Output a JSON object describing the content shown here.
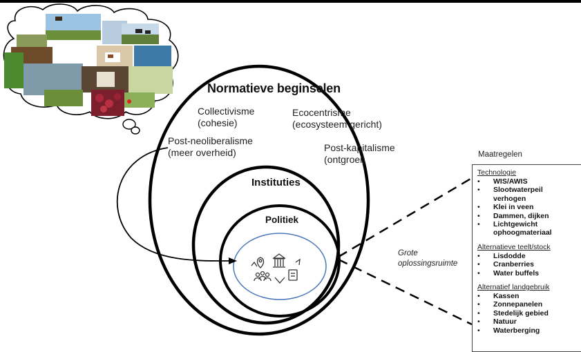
{
  "diagram": {
    "outer_circle_title": "Normatieve beginselen",
    "values": [
      {
        "line1": "Collectivisme",
        "line2": "(cohesie)"
      },
      {
        "line1": "Ecocentrisme",
        "line2": "(ecosysteem gericht)"
      },
      {
        "line1": "Post-neoliberalisme",
        "line2": "(meer overheid)"
      },
      {
        "line1": "Post-kapitalisme",
        "line2": "(ontgroei)"
      }
    ],
    "middle_circle_title": "Instituties",
    "inner_circle_title": "Politiek",
    "solution_space_label_line1": "Grote",
    "solution_space_label_line2": "oplossingsruimte",
    "icons": [
      "map-pin-icon",
      "government-building-icon",
      "people-icon",
      "clipboard-icon",
      "cycle-arrows-icon"
    ]
  },
  "measures": {
    "header": "Maatregelen",
    "categories": [
      {
        "title": "Technologie",
        "items": [
          "WIS/AWIS",
          "Slootwaterpeil verhogen",
          "Klei in veen",
          "Dammen, dijken",
          "Lichtgewicht ophoogmateriaal"
        ]
      },
      {
        "title": "Alternatieve teelt/stock",
        "items": [
          "Lisdodde",
          "Cranberries",
          "Water buffels"
        ]
      },
      {
        "title": "Alternatief landgebruik",
        "items": [
          "Kassen",
          "Zonnepanelen",
          "Stedelijk gebied",
          "Natuur",
          "Waterberging"
        ]
      }
    ]
  },
  "colors": {
    "ring": "#000000",
    "solution_ellipse": "#4a78b8",
    "photo_palette": [
      "#6b8e3a",
      "#9cc3e4",
      "#a05a2c",
      "#c9d6a2",
      "#7a1f2b",
      "#4d6b2f",
      "#d9c7a8",
      "#3e6e9e"
    ]
  }
}
